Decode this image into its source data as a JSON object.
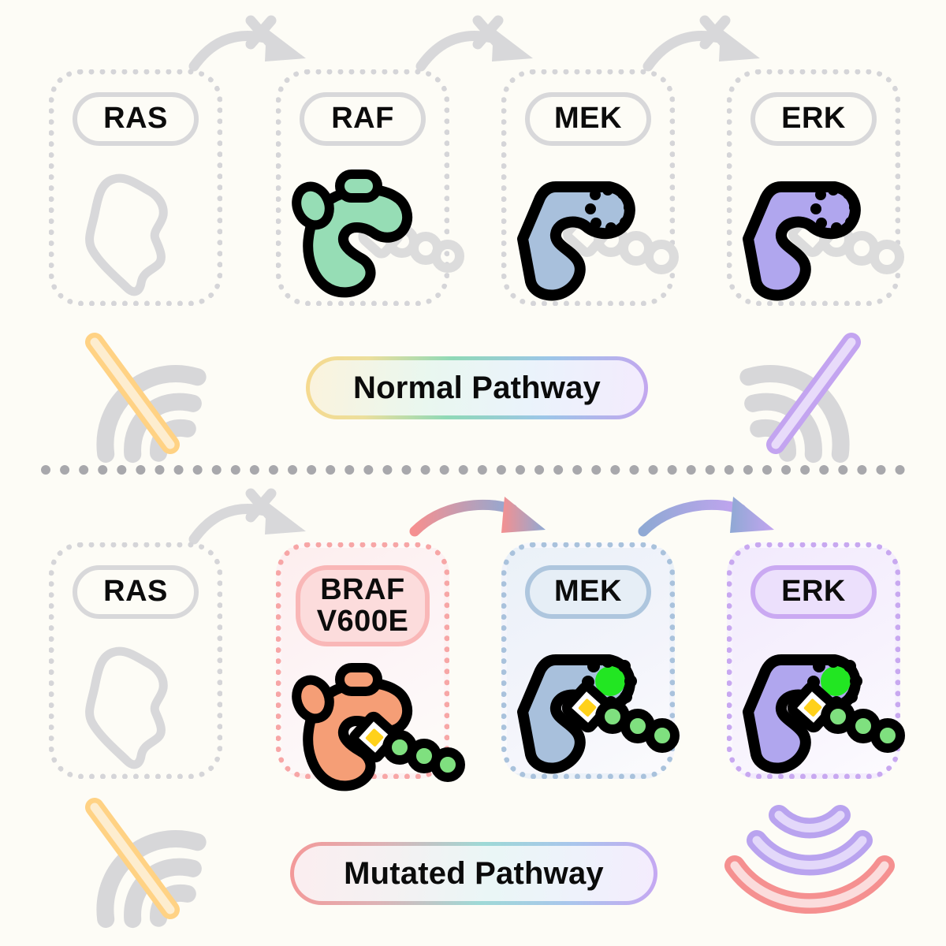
{
  "figure": {
    "title_normal": "Normal Pathway",
    "title_mutated": "Mutated Pathway"
  },
  "colors": {
    "background": "#fdfcf6",
    "inactive_gray": "#d5d5d8",
    "raf_green": "#96ddb5",
    "mek_blue": "#a8c0dc",
    "erk_purple": "#b0a6ee",
    "braf_orange": "#f59e76",
    "mutant_pink": "#f7a6a6",
    "phospho_green": "#4fe24f",
    "substrate_green": "#7fe07f",
    "phosphate_yellow": "#ffd11a",
    "slash_amber": "#ffd284",
    "slash_purple": "#c3a4f0"
  },
  "rows": [
    {
      "id": "normal",
      "label": "Normal Pathway",
      "signal_left": {
        "icon": "no-signal-icon",
        "state": "blocked",
        "slash_color": "#ffd284"
      },
      "signal_right": {
        "icon": "no-signal-icon",
        "state": "blocked",
        "slash_color": "#c3a4f0"
      },
      "nodes": [
        {
          "name": "RAS",
          "label": "RAS",
          "state": "inactive",
          "style": "plain",
          "shape": "ras-blob-outline"
        },
        {
          "name": "RAF",
          "label": "RAF",
          "state": "inactive",
          "style": "plain",
          "shape": "kinase-lobed",
          "fill": "#96ddb5",
          "substrate": "inactive"
        },
        {
          "name": "MEK",
          "label": "MEK",
          "state": "inactive",
          "style": "plain",
          "shape": "kinase-c",
          "fill": "#a8c0dc",
          "substrate": "inactive"
        },
        {
          "name": "ERK",
          "label": "ERK",
          "state": "inactive",
          "style": "plain",
          "shape": "kinase-c",
          "fill": "#b0a6ee",
          "substrate": "inactive"
        }
      ],
      "arrows": [
        {
          "from": "RAS",
          "to": "RAF",
          "state": "blocked",
          "marker": "x-icon",
          "color": "#d8d8da"
        },
        {
          "from": "RAF",
          "to": "MEK",
          "state": "blocked",
          "marker": "x-icon",
          "color": "#d8d8da"
        },
        {
          "from": "MEK",
          "to": "ERK",
          "state": "blocked",
          "marker": "x-icon",
          "color": "#d8d8da"
        }
      ]
    },
    {
      "id": "mutated",
      "label": "Mutated Pathway",
      "signal_left": {
        "icon": "no-signal-icon",
        "state": "blocked",
        "slash_color": "#ffd284"
      },
      "signal_right": {
        "icon": "signal-strong-icon",
        "state": "active",
        "arc_colors": [
          "#b9a3ef",
          "#b9a3ef",
          "#f59090"
        ]
      },
      "nodes": [
        {
          "name": "RAS",
          "label": "RAS",
          "state": "inactive",
          "style": "plain",
          "shape": "ras-blob-outline"
        },
        {
          "name": "BRAF",
          "label": "BRAF\nV600E",
          "state": "active",
          "style": "pink",
          "shape": "kinase-lobed",
          "fill": "#f59e76",
          "substrate": "active"
        },
        {
          "name": "MEK",
          "label": "MEK",
          "state": "active",
          "style": "blue",
          "shape": "kinase-c",
          "fill": "#a8c0dc",
          "substrate": "active"
        },
        {
          "name": "ERK",
          "label": "ERK",
          "state": "active",
          "style": "purple",
          "shape": "kinase-c",
          "fill": "#b0a6ee",
          "substrate": "active"
        }
      ],
      "arrows": [
        {
          "from": "RAS",
          "to": "BRAF",
          "state": "blocked",
          "marker": "x-icon",
          "color": "#d8d8da"
        },
        {
          "from": "BRAF",
          "to": "MEK",
          "state": "active",
          "marker": "arrowhead",
          "color_from": "#f59090",
          "color_to": "#8fa9d4"
        },
        {
          "from": "MEK",
          "to": "ERK",
          "state": "active",
          "marker": "arrowhead",
          "color_from": "#8fa9d4",
          "color_to": "#c3a4f0"
        }
      ]
    }
  ]
}
